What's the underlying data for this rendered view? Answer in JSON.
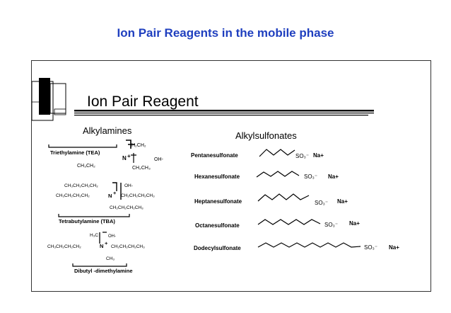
{
  "slide": {
    "title": "Ion Pair Reagents in the mobile phase"
  },
  "inner": {
    "heading": "Ion Pair Reagent",
    "alkylamines": {
      "header": "Alkylamines",
      "tea": {
        "name": "Triethylamine (TEA)",
        "ch2ch3_top": "H₂CH₂",
        "n_plus": "N",
        "oh": "OH-",
        "ch3ch2_left": "CH₃CH₂",
        "ch2ch3_right": "CH₂CH₃"
      },
      "tba": {
        "name": "Tetrabutylamine (TBA)",
        "top_chain": "CH₃CH₂CH₂CH₂",
        "oh": "OH-",
        "left_chain": "CH₃CH₂CH₂CH₂",
        "n_plus": "N",
        "right_chain": "CH₂CH₂CH₂CH₃",
        "bottom_chain": "CH₂CH₂CH₂CH₃"
      },
      "dbdma": {
        "name": "Dibutyl -dimethylamine",
        "h3c": "H₃C",
        "oh": "OH-",
        "left_chain": "CH₃CH₂CH₂CH₂",
        "n_plus": "N",
        "right_chain": "CH₂CH₂CH₂CH₃",
        "ch3": "CH₃"
      }
    },
    "alkylsulfonates": {
      "header": "Alkylsulfonates",
      "items": [
        {
          "name": "Pentanesulfonate",
          "group": "SO₃⁻",
          "counter_ion": "Na+"
        },
        {
          "name": "Hexanesulfonate",
          "group": "SO₃⁻",
          "counter_ion": "Na+"
        },
        {
          "name": "Heptanesulfonate",
          "group": "SO₃⁻",
          "counter_ion": "Na+"
        },
        {
          "name": "Octanesulfonate",
          "group": "SO₃⁻",
          "counter_ion": "Na+"
        },
        {
          "name": "Dodecylsulfonate",
          "group": "SO₃⁻",
          "counter_ion": "Na+"
        }
      ]
    }
  }
}
